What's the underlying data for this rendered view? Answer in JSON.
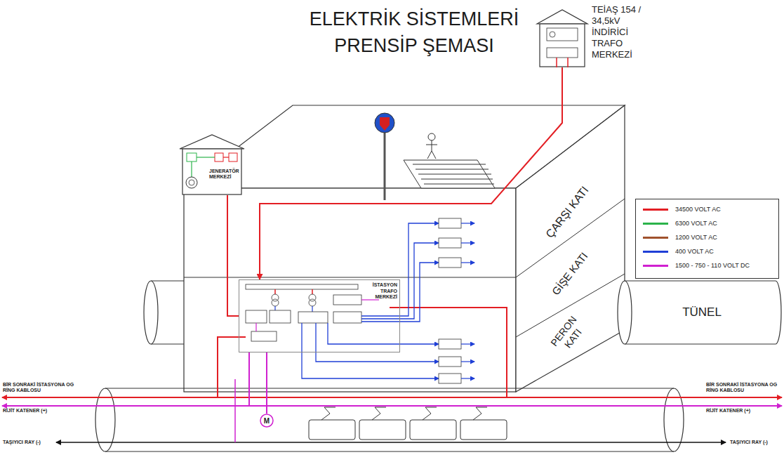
{
  "diagram": {
    "title": "ELEKTRİK SİSTEMLERİ PRENSİP ŞEMASI",
    "nodes": [
      {
        "text": [
          "TEİAŞ 154 / 34,5kV İNDİRİCİ TRAFO MERKEZİ"
        ]
      },
      {
        "text": [
          "JENERATÖR MERKEZİ"
        ]
      },
      {
        "text": [
          "İSTASYON TRAFO MERKEZİ"
        ]
      },
      {
        "text": [
          "M"
        ]
      }
    ],
    "edges": [
      {
        "from": 0,
        "to": 2,
        "arrow": "to"
      },
      {
        "from": 1,
        "to": 2,
        "arrow": "none"
      },
      {
        "from": 2,
        "to": 3,
        "arrow": "none"
      }
    ],
    "labels": [
      "ÇARŞI KATI",
      "GİŞE KATI",
      "PERON KATI",
      "TÜNEL",
      "BİR SONRAKİ İSTASYONA OG RİNG KABLOSU",
      "RİJİT KATENER (+)",
      "TAŞIYICI RAY (-)",
      "BİR SONRAKİ İSTASYONA OG RİNG KABLOSU",
      "RİJİT KATENER (+)",
      "TAŞIYICI RAY (-)"
    ],
    "legend": [
      {
        "text": "34500 VOLT AC",
        "color": "#e31e24"
      },
      {
        "text": "6300 VOLT AC",
        "color": "#2bb34a"
      },
      {
        "text": "1200 VOLT AC",
        "color": "#a0522d"
      },
      {
        "text": "400 VOLT AC",
        "color": "#1f3fd6"
      },
      {
        "text": "1500 - 750 - 110 VOLT DC",
        "color": "#d020d0"
      }
    ]
  }
}
